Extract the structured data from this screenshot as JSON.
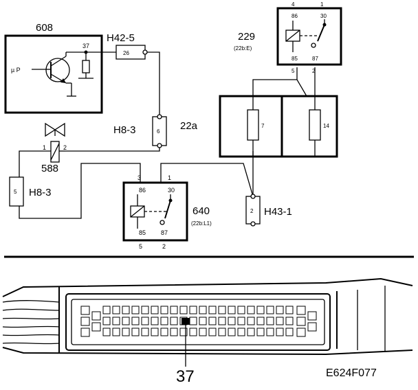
{
  "figure_code": "E624F077",
  "callout_pin": "37",
  "components": {
    "ecu": {
      "ref": "608",
      "pin": "37",
      "mu_label": "µ P"
    },
    "connector_h42_5": {
      "ref": "H42-5",
      "pin": "26"
    },
    "connector_h8_3_right": {
      "ref": "H8-3",
      "pin": "6",
      "wire_label": "22a"
    },
    "valve_588": {
      "ref": "588",
      "pin_left": "1",
      "pin_right": "2"
    },
    "connector_h8_3_left": {
      "ref": "H8-3",
      "pin": "5"
    },
    "relay_640": {
      "ref": "640",
      "sub": "(22b:L1)",
      "top_left": "3",
      "top_right": "1",
      "t86": "86",
      "t30": "30",
      "t85": "85",
      "t87": "87",
      "bottom_left": "5",
      "bottom_right": "2"
    },
    "connector_h43_1": {
      "ref": "H43-1",
      "pin": "2"
    },
    "relay_229": {
      "ref": "229",
      "sub": "(22b:E)",
      "top_left": "4",
      "top_right": "1",
      "t86": "86",
      "t30": "30",
      "t85": "85",
      "t87": "87",
      "bottom_left": "5",
      "bottom_right": "2"
    },
    "fuse_box": {
      "fuse_left": "7",
      "fuse_right": "14"
    }
  }
}
